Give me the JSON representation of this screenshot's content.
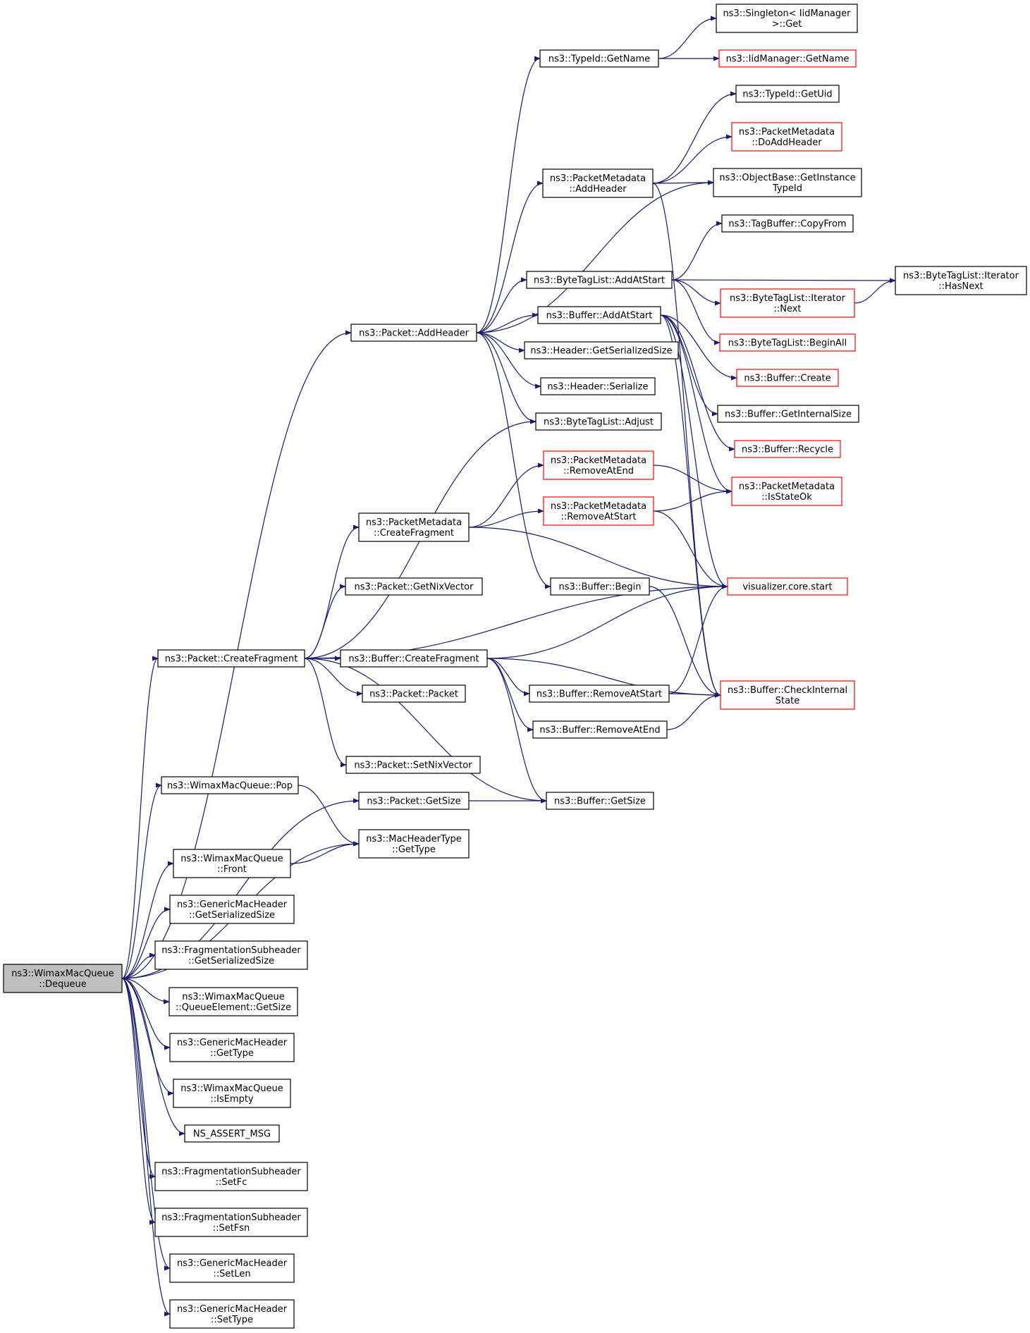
{
  "colors": {
    "edge": "#191970",
    "normal_border": "#000000",
    "truncated_border": "#ff0000",
    "root_fill": "#bfbfbf"
  },
  "nodes": {
    "root": {
      "lines": [
        "ns3::WimaxMacQueue",
        "::Dequeue"
      ],
      "style": "root"
    },
    "addHeader": {
      "lines": [
        "ns3::Packet::AddHeader"
      ],
      "style": "normal"
    },
    "createFragment": {
      "lines": [
        "ns3::Packet::CreateFragment"
      ],
      "style": "normal"
    },
    "pop": {
      "lines": [
        "ns3::WimaxMacQueue::Pop"
      ],
      "style": "normal"
    },
    "front": {
      "lines": [
        "ns3::WimaxMacQueue",
        "::Front"
      ],
      "style": "normal"
    },
    "gmhGSS": {
      "lines": [
        "ns3::GenericMacHeader",
        "::GetSerializedSize"
      ],
      "style": "normal"
    },
    "fsGSS": {
      "lines": [
        "ns3::FragmentationSubheader",
        "::GetSerializedSize"
      ],
      "style": "normal"
    },
    "qeGetSize": {
      "lines": [
        "ns3::WimaxMacQueue",
        "::QueueElement::GetSize"
      ],
      "style": "normal"
    },
    "gmhGetType": {
      "lines": [
        "ns3::GenericMacHeader",
        "::GetType"
      ],
      "style": "normal"
    },
    "isEmpty": {
      "lines": [
        "ns3::WimaxMacQueue",
        "::IsEmpty"
      ],
      "style": "normal"
    },
    "nsAssert": {
      "lines": [
        "NS_ASSERT_MSG"
      ],
      "style": "normal"
    },
    "setFc": {
      "lines": [
        "ns3::FragmentationSubheader",
        "::SetFc"
      ],
      "style": "normal"
    },
    "setFsn": {
      "lines": [
        "ns3::FragmentationSubheader",
        "::SetFsn"
      ],
      "style": "normal"
    },
    "setLen": {
      "lines": [
        "ns3::GenericMacHeader",
        "::SetLen"
      ],
      "style": "normal"
    },
    "setType": {
      "lines": [
        "ns3::GenericMacHeader",
        "::SetType"
      ],
      "style": "normal"
    },
    "pmCreateFragment": {
      "lines": [
        "ns3::PacketMetadata",
        "::CreateFragment"
      ],
      "style": "normal"
    },
    "getNixVector": {
      "lines": [
        "ns3::Packet::GetNixVector"
      ],
      "style": "normal"
    },
    "bufCreateFragment": {
      "lines": [
        "ns3::Buffer::CreateFragment"
      ],
      "style": "normal"
    },
    "packetPacket": {
      "lines": [
        "ns3::Packet::Packet"
      ],
      "style": "normal"
    },
    "setNixVector": {
      "lines": [
        "ns3::Packet::SetNixVector"
      ],
      "style": "normal"
    },
    "packetGetSize": {
      "lines": [
        "ns3::Packet::GetSize"
      ],
      "style": "normal"
    },
    "macHeaderGetType": {
      "lines": [
        "ns3::MacHeaderType",
        "::GetType"
      ],
      "style": "normal"
    },
    "typeIdGetName": {
      "lines": [
        "ns3::TypeId::GetName"
      ],
      "style": "normal"
    },
    "pmAddHeader": {
      "lines": [
        "ns3::PacketMetadata",
        "::AddHeader"
      ],
      "style": "normal"
    },
    "btlAddAtStart": {
      "lines": [
        "ns3::ByteTagList::AddAtStart"
      ],
      "style": "normal"
    },
    "bufAddAtStart": {
      "lines": [
        "ns3::Buffer::AddAtStart"
      ],
      "style": "normal"
    },
    "hdrGSS": {
      "lines": [
        "ns3::Header::GetSerializedSize"
      ],
      "style": "normal"
    },
    "hdrSerialize": {
      "lines": [
        "ns3::Header::Serialize"
      ],
      "style": "normal"
    },
    "btlAdjust": {
      "lines": [
        "ns3::ByteTagList::Adjust"
      ],
      "style": "normal"
    },
    "pmRemoveAtEnd": {
      "lines": [
        "ns3::PacketMetadata",
        "::RemoveAtEnd"
      ],
      "style": "truncated"
    },
    "pmRemoveAtStart": {
      "lines": [
        "ns3::PacketMetadata",
        "::RemoveAtStart"
      ],
      "style": "truncated"
    },
    "bufBegin": {
      "lines": [
        "ns3::Buffer::Begin"
      ],
      "style": "normal"
    },
    "bufRemoveAtStart": {
      "lines": [
        "ns3::Buffer::RemoveAtStart"
      ],
      "style": "normal"
    },
    "bufRemoveAtEnd": {
      "lines": [
        "ns3::Buffer::RemoveAtEnd"
      ],
      "style": "normal"
    },
    "bufGetSize": {
      "lines": [
        "ns3::Buffer::GetSize"
      ],
      "style": "normal"
    },
    "singletonGet": {
      "lines": [
        "ns3::Singleton< IidManager",
        ">::Get"
      ],
      "style": "normal"
    },
    "iidGetName": {
      "lines": [
        "ns3::IidManager::GetName"
      ],
      "style": "truncated"
    },
    "typeIdGetUid": {
      "lines": [
        "ns3::TypeId::GetUid"
      ],
      "style": "normal"
    },
    "pmDoAddHeader": {
      "lines": [
        "ns3::PacketMetadata",
        "::DoAddHeader"
      ],
      "style": "truncated"
    },
    "objGetInstanceTypeId": {
      "lines": [
        "ns3::ObjectBase::GetInstance",
        "TypeId"
      ],
      "style": "normal"
    },
    "tagBufferCopyFrom": {
      "lines": [
        "ns3::TagBuffer::CopyFrom"
      ],
      "style": "normal"
    },
    "btlIterNext": {
      "lines": [
        "ns3::ByteTagList::Iterator",
        "::Next"
      ],
      "style": "truncated"
    },
    "btlBeginAll": {
      "lines": [
        "ns3::ByteTagList::BeginAll"
      ],
      "style": "truncated"
    },
    "bufCreate": {
      "lines": [
        "ns3::Buffer::Create"
      ],
      "style": "truncated"
    },
    "bufGetInternalSize": {
      "lines": [
        "ns3::Buffer::GetInternalSize"
      ],
      "style": "normal"
    },
    "bufRecycle": {
      "lines": [
        "ns3::Buffer::Recycle"
      ],
      "style": "truncated"
    },
    "pmIsStateOk": {
      "lines": [
        "ns3::PacketMetadata",
        "::IsStateOk"
      ],
      "style": "truncated"
    },
    "vizStart": {
      "lines": [
        "visualizer.core.start"
      ],
      "style": "truncated"
    },
    "bufCheckInternalState": {
      "lines": [
        "ns3::Buffer::CheckInternal",
        "State"
      ],
      "style": "truncated"
    },
    "btlIterHasNext": {
      "lines": [
        "ns3::ByteTagList::Iterator",
        "::HasNext"
      ],
      "style": "normal"
    }
  },
  "edges": [
    [
      "root",
      "addHeader"
    ],
    [
      "root",
      "createFragment"
    ],
    [
      "root",
      "packetGetSize"
    ],
    [
      "root",
      "pop"
    ],
    [
      "root",
      "macHeaderGetType"
    ],
    [
      "root",
      "front"
    ],
    [
      "root",
      "gmhGSS"
    ],
    [
      "root",
      "fsGSS"
    ],
    [
      "root",
      "qeGetSize"
    ],
    [
      "root",
      "gmhGetType"
    ],
    [
      "root",
      "isEmpty"
    ],
    [
      "root",
      "nsAssert"
    ],
    [
      "root",
      "setFc"
    ],
    [
      "root",
      "setFsn"
    ],
    [
      "root",
      "setLen"
    ],
    [
      "root",
      "setType"
    ],
    [
      "addHeader",
      "typeIdGetName"
    ],
    [
      "addHeader",
      "pmAddHeader"
    ],
    [
      "addHeader",
      "objGetInstanceTypeId"
    ],
    [
      "addHeader",
      "btlAddAtStart"
    ],
    [
      "addHeader",
      "bufAddAtStart"
    ],
    [
      "addHeader",
      "hdrGSS"
    ],
    [
      "addHeader",
      "hdrSerialize"
    ],
    [
      "addHeader",
      "btlAdjust"
    ],
    [
      "addHeader",
      "bufBegin"
    ],
    [
      "typeIdGetName",
      "singletonGet"
    ],
    [
      "typeIdGetName",
      "iidGetName"
    ],
    [
      "pmAddHeader",
      "typeIdGetUid"
    ],
    [
      "pmAddHeader",
      "pmDoAddHeader"
    ],
    [
      "pmAddHeader",
      "objGetInstanceTypeId"
    ],
    [
      "pmAddHeader",
      "bufCheckInternalState"
    ],
    [
      "btlAddAtStart",
      "tagBufferCopyFrom"
    ],
    [
      "btlAddAtStart",
      "btlIterHasNext"
    ],
    [
      "btlAddAtStart",
      "btlIterNext"
    ],
    [
      "btlAddAtStart",
      "btlBeginAll"
    ],
    [
      "btlIterNext",
      "btlIterHasNext"
    ],
    [
      "bufAddAtStart",
      "bufCreate"
    ],
    [
      "bufAddAtStart",
      "bufGetInternalSize"
    ],
    [
      "bufAddAtStart",
      "bufRecycle"
    ],
    [
      "bufAddAtStart",
      "pmIsStateOk"
    ],
    [
      "bufAddAtStart",
      "vizStart"
    ],
    [
      "bufAddAtStart",
      "bufCheckInternalState"
    ],
    [
      "createFragment",
      "btlAdjust"
    ],
    [
      "createFragment",
      "pmCreateFragment"
    ],
    [
      "createFragment",
      "getNixVector"
    ],
    [
      "createFragment",
      "vizStart"
    ],
    [
      "createFragment",
      "bufCreateFragment"
    ],
    [
      "createFragment",
      "packetPacket"
    ],
    [
      "createFragment",
      "setNixVector"
    ],
    [
      "createFragment",
      "bufGetSize"
    ],
    [
      "pmCreateFragment",
      "pmRemoveAtEnd"
    ],
    [
      "pmCreateFragment",
      "pmRemoveAtStart"
    ],
    [
      "pmCreateFragment",
      "vizStart"
    ],
    [
      "pmRemoveAtEnd",
      "pmIsStateOk"
    ],
    [
      "pmRemoveAtStart",
      "pmIsStateOk"
    ],
    [
      "pmRemoveAtStart",
      "vizStart"
    ],
    [
      "bufBegin",
      "bufCheckInternalState"
    ],
    [
      "bufCreateFragment",
      "vizStart"
    ],
    [
      "bufCreateFragment",
      "bufRemoveAtStart"
    ],
    [
      "bufCreateFragment",
      "bufRemoveAtEnd"
    ],
    [
      "bufCreateFragment",
      "bufCheckInternalState"
    ],
    [
      "bufCreateFragment",
      "bufGetSize"
    ],
    [
      "bufRemoveAtStart",
      "bufCheckInternalState"
    ],
    [
      "bufRemoveAtStart",
      "vizStart"
    ],
    [
      "bufRemoveAtEnd",
      "bufCheckInternalState"
    ],
    [
      "packetGetSize",
      "bufGetSize"
    ],
    [
      "pop",
      "macHeaderGetType"
    ],
    [
      "front",
      "macHeaderGetType"
    ]
  ]
}
